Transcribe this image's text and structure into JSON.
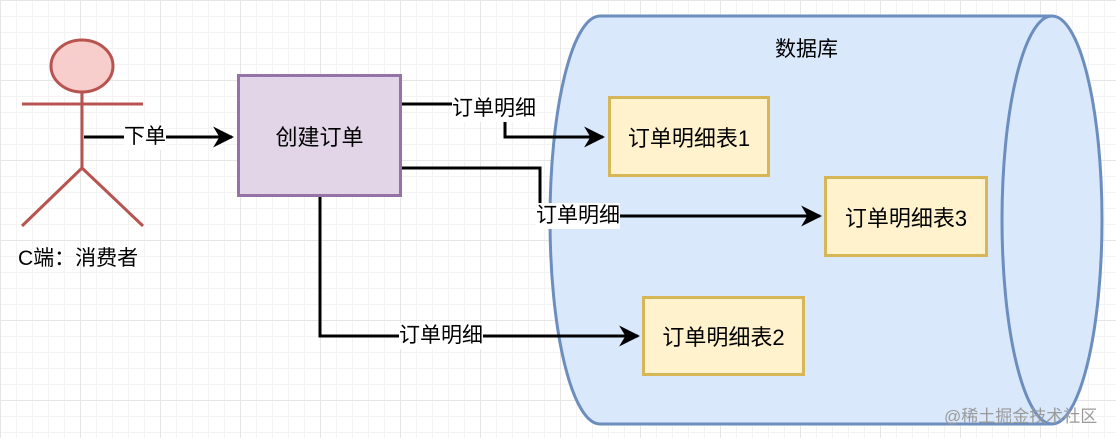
{
  "actor": {
    "label": "C端：消费者"
  },
  "database": {
    "label": "数据库"
  },
  "process": {
    "label": "创建订单"
  },
  "tables": [
    {
      "label": "订单明细表1"
    },
    {
      "label": "订单明细表3"
    },
    {
      "label": "订单明细表2"
    }
  ],
  "edges": {
    "place_order": "下单",
    "detail_1": "订单明细",
    "detail_3": "订单明细",
    "detail_2": "订单明细"
  },
  "watermark": "@稀土掘金技术社区",
  "colors": {
    "actor_fill": "#f8cecc",
    "actor_stroke": "#b85450",
    "db_fill": "#dae8fc",
    "db_stroke": "#6c8ebf",
    "process_fill": "#e1d5e7",
    "process_stroke": "#9673a6",
    "table_fill": "#fff2cc",
    "table_stroke": "#d6b656"
  }
}
